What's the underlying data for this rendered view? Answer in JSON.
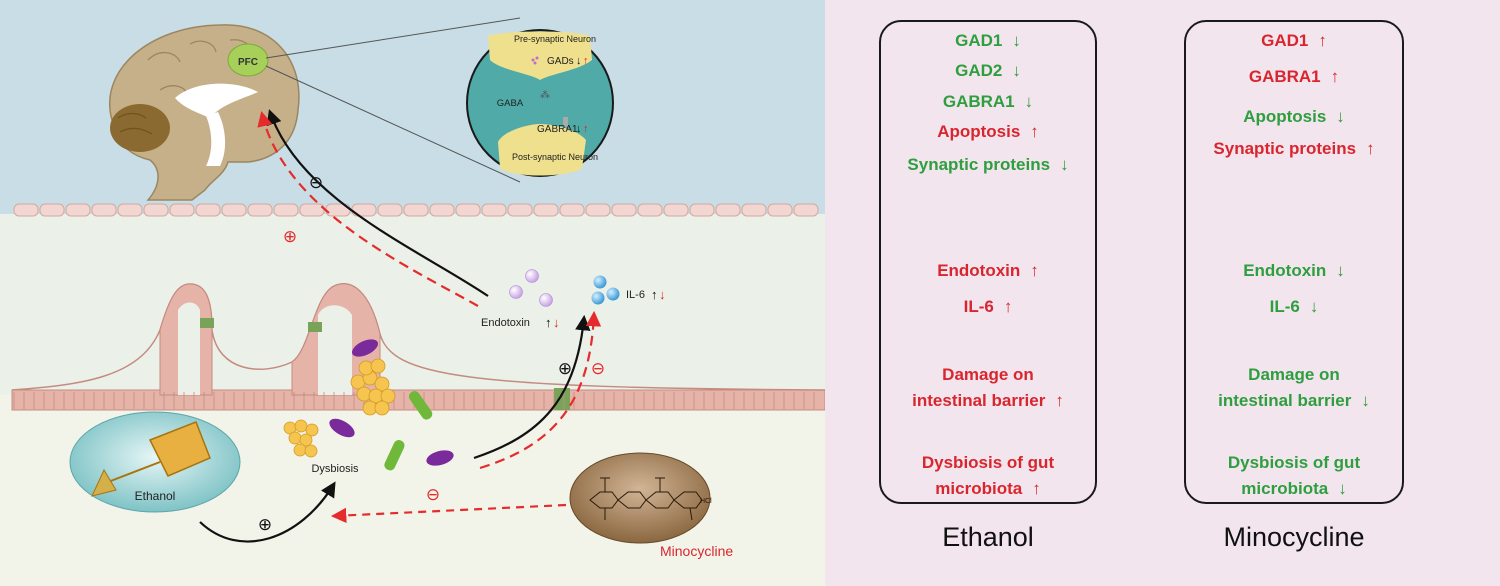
{
  "diagram": {
    "brain_label": "PFC",
    "pre_synaptic": "Pre-synaptic Neuron",
    "post_synaptic": "Post-synaptic Neuron",
    "gads_label": "GADs",
    "gaba_label": "GABA",
    "gabra1_label": "GABRA1",
    "endotoxin_label": "Endotoxin",
    "il6_label": "IL-6",
    "dysbiosis_label": "Dysbiosis",
    "ethanol_label": "Ethanol",
    "minocycline_label": "Minocycline",
    "hcl_label": "HCl",
    "plus_sign": "⊕",
    "minus_sign": "⊖",
    "arrow_up": "↑",
    "arrow_down": "↓",
    "colors": {
      "increase": "#d9262e",
      "decrease": "#2e9e3e"
    }
  },
  "columns": [
    {
      "title": "Ethanol",
      "items": [
        {
          "text": "GAD1",
          "arrow": "↓",
          "trend": "down"
        },
        {
          "text": "GAD2",
          "arrow": "↓",
          "trend": "down"
        },
        {
          "text": "GABRA1",
          "arrow": "↓",
          "trend": "down"
        },
        {
          "text": "Apoptosis",
          "arrow": "↑",
          "trend": "up"
        },
        {
          "text": "Synaptic proteins",
          "arrow": "↓",
          "trend": "down"
        },
        {
          "text": "Endotoxin",
          "arrow": "↑",
          "trend": "up"
        },
        {
          "text": "IL-6",
          "arrow": "↑",
          "trend": "up"
        },
        {
          "text": "Damage on",
          "text2": "intestinal barrier",
          "arrow": "↑",
          "trend": "up"
        },
        {
          "text": "Dysbiosis of gut",
          "text2": "microbiota",
          "arrow": "↑",
          "trend": "up"
        }
      ]
    },
    {
      "title": "Minocycline",
      "items": [
        {
          "text": "GAD1",
          "arrow": "↑",
          "trend": "up"
        },
        {
          "text": "GABRA1",
          "arrow": "↑",
          "trend": "up"
        },
        {
          "text": "Apoptosis",
          "arrow": "↓",
          "trend": "down"
        },
        {
          "text": "Synaptic proteins",
          "arrow": "↑",
          "trend": "up"
        },
        {
          "text": "Endotoxin",
          "arrow": "↓",
          "trend": "down"
        },
        {
          "text": "IL-6",
          "arrow": "↓",
          "trend": "down"
        },
        {
          "text": "Damage on",
          "text2": "intestinal barrier",
          "arrow": "↓",
          "trend": "down"
        },
        {
          "text": "Dysbiosis of gut",
          "text2": "microbiota",
          "arrow": "↓",
          "trend": "down"
        }
      ]
    }
  ]
}
